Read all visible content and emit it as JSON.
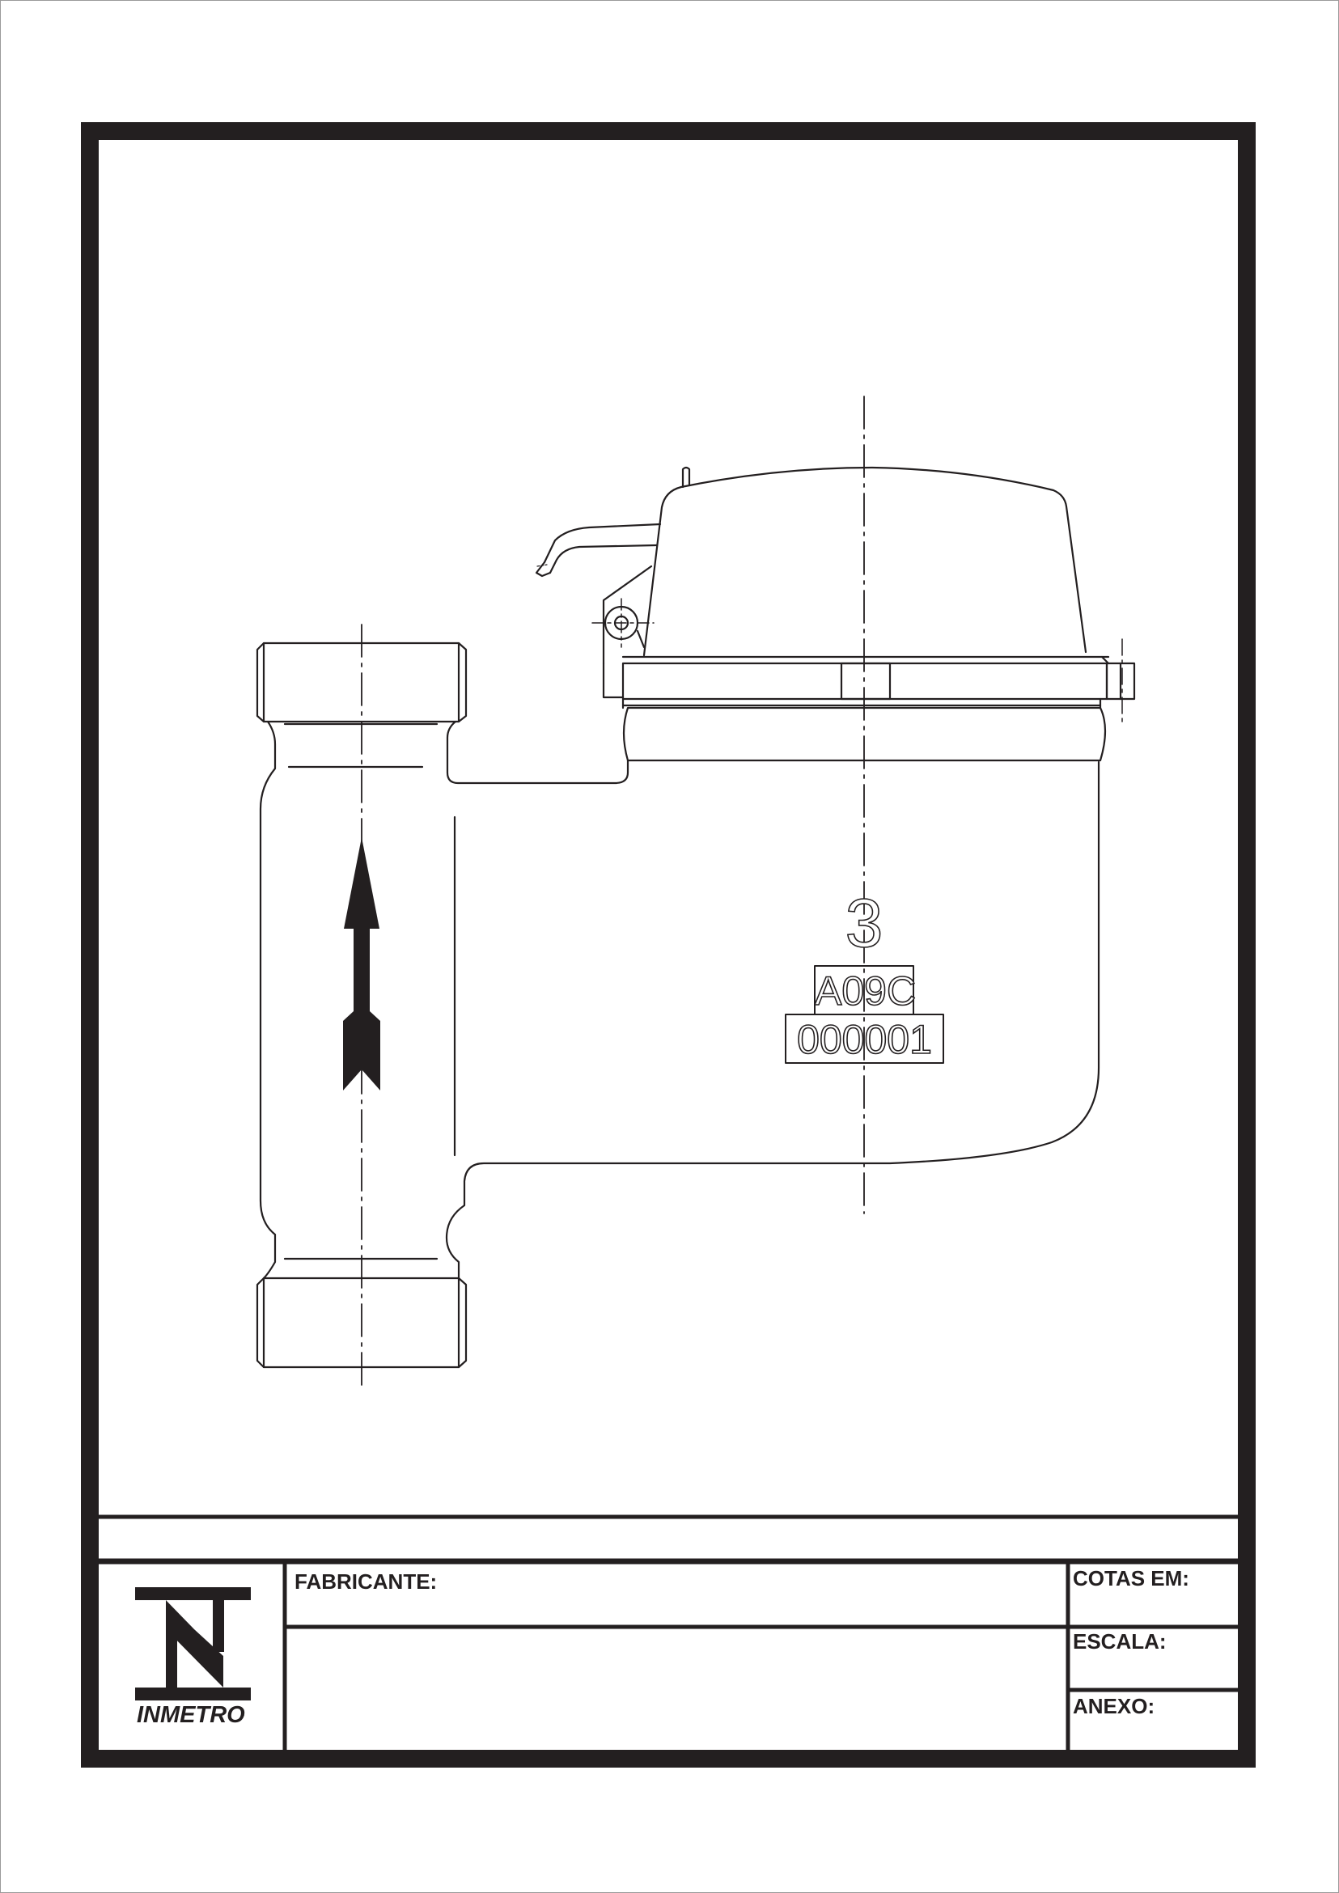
{
  "title_block": {
    "manufacturer_label": "FABRICANTE:",
    "dimensions_label": "COTAS EM:",
    "scale_label": "ESCALA:",
    "annex_label": "ANEXO:",
    "logo_text": "INMETRO"
  },
  "meter_markings": {
    "class_number": "3",
    "model_code": "A09C",
    "serial_number": "000001"
  },
  "colors": {
    "ink": "#231f20",
    "paper": "#ffffff"
  },
  "icons": {
    "flow_direction": "flow-arrow-icon",
    "logo": "inmetro-logo-icon"
  }
}
